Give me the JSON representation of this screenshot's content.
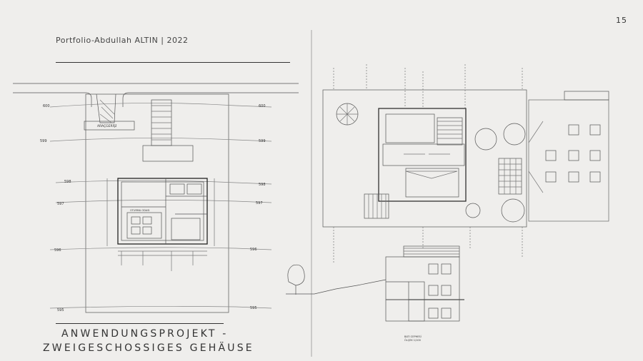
{
  "page": {
    "number": "15",
    "portfolio": "Portfolio-Abdullah ALTIN | 2022",
    "title_line1": "ANWENDUNGSPROJEKT -",
    "title_line2": "ZWEIGESCHOSSIGES GEHÄUSE"
  },
  "site_plan": {
    "contours_left": [
      "600",
      "599",
      "598",
      "597",
      "596",
      "595"
    ],
    "contours_right": [
      "600",
      "599",
      "598",
      "597",
      "596",
      "595"
    ],
    "entrance_label": "ARAÇGERİŞİ",
    "room_label": "OTURMA ODASI"
  },
  "elevation": {
    "caption_1": "BATI CEPHESİ",
    "caption_2": "ÖLÇEK 1/100"
  },
  "colors": {
    "background": "#efeeec",
    "ink": "#333333",
    "line": "#555555"
  }
}
